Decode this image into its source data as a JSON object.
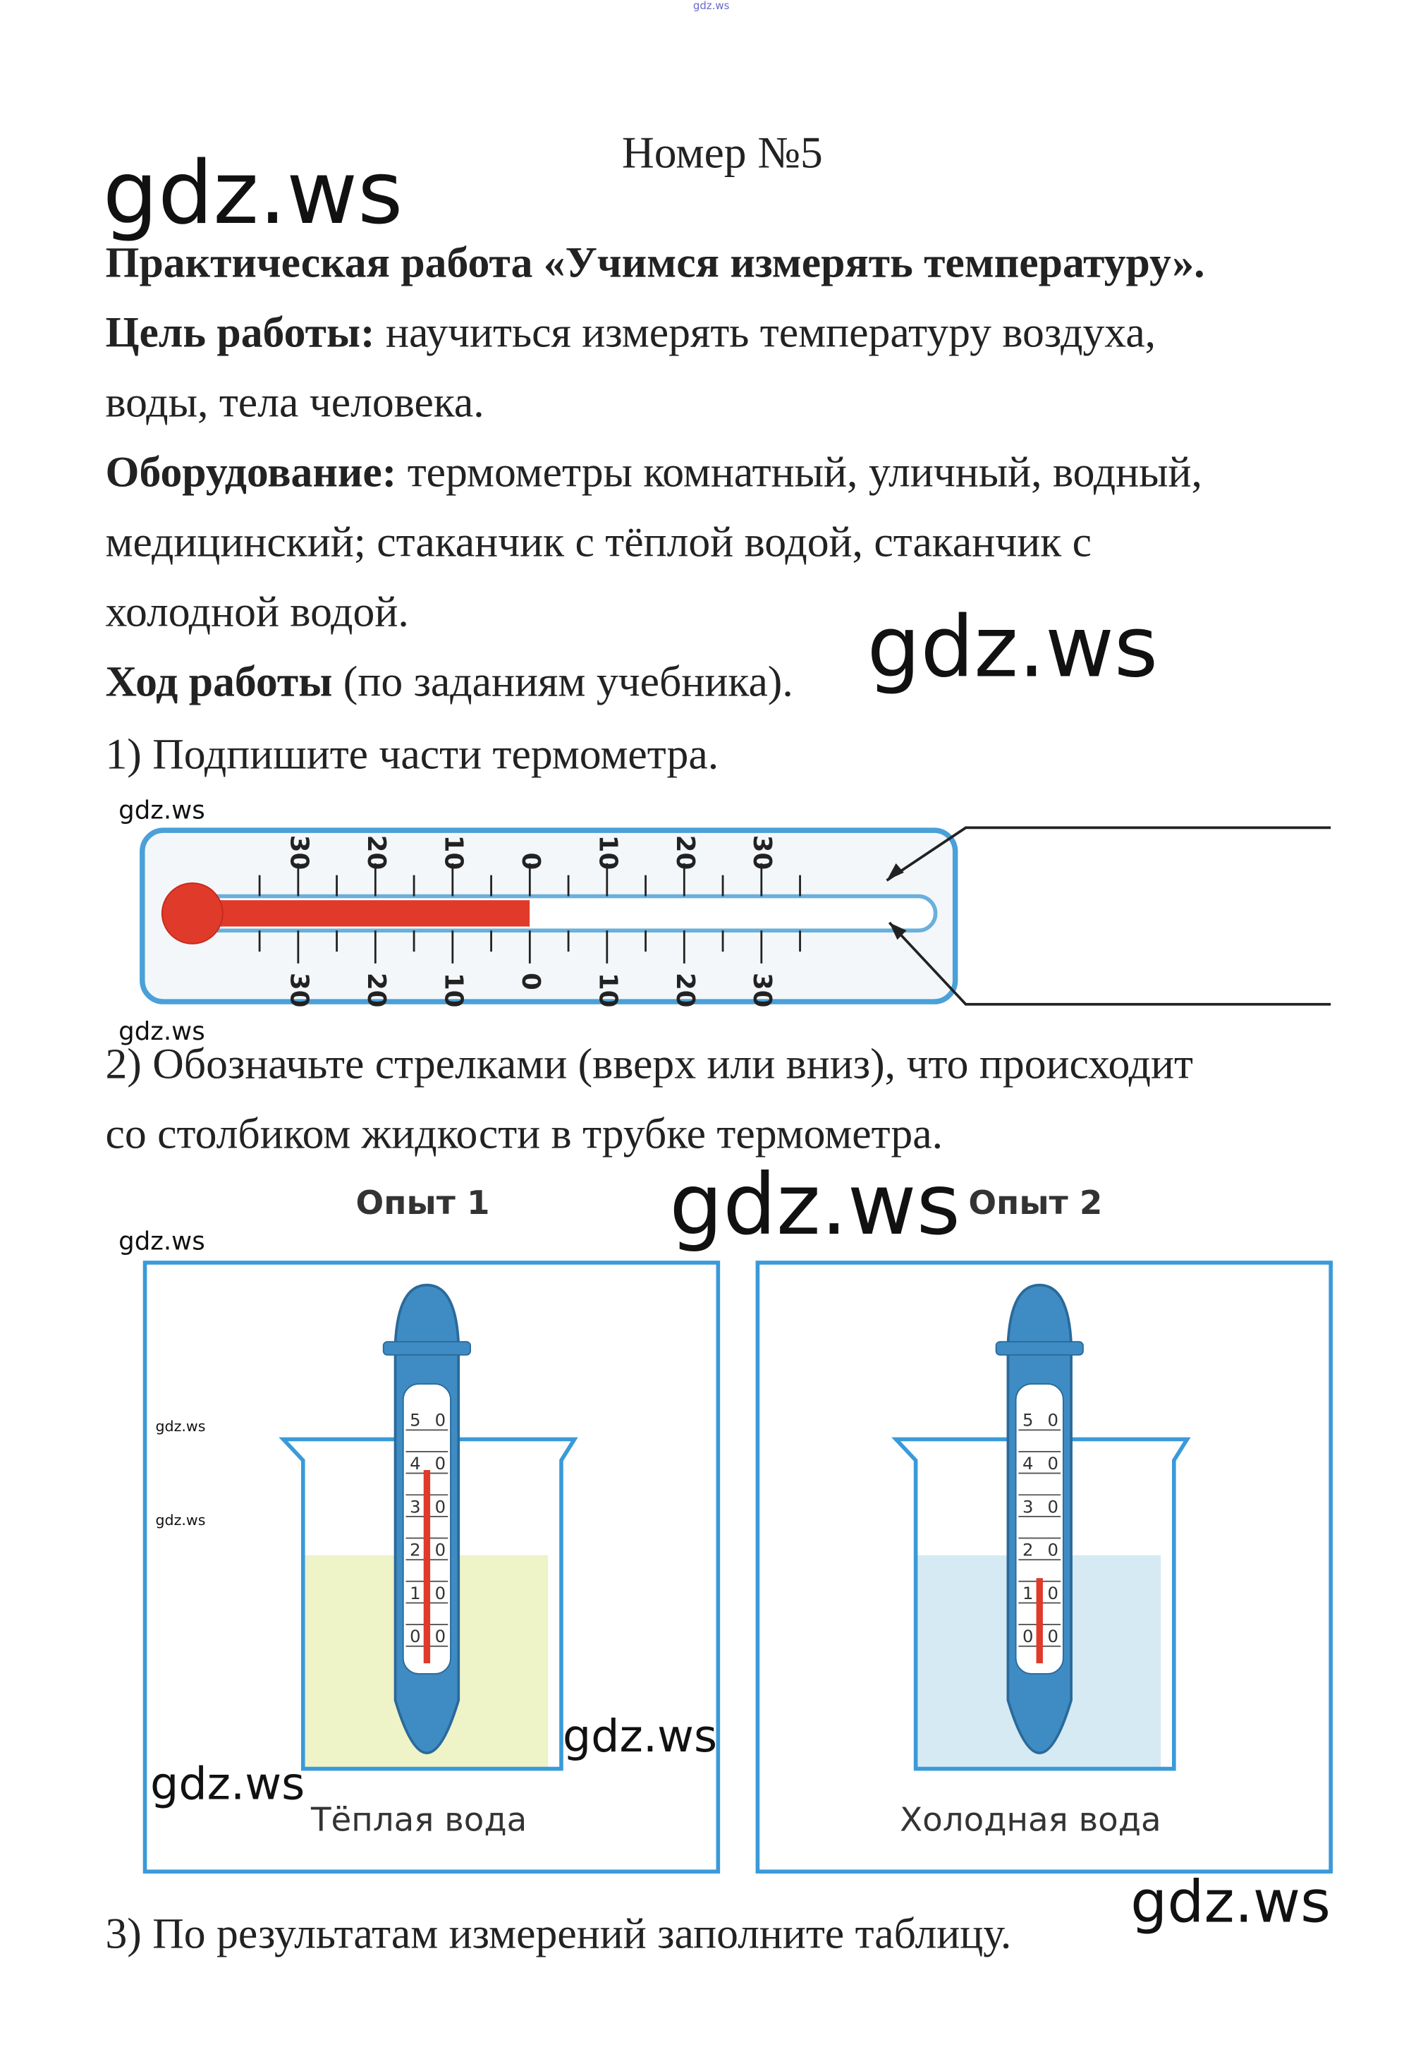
{
  "watermark": "gdz.ws",
  "header": {
    "title": "Номер №5"
  },
  "intro": {
    "heading": "Практическая работа «Учимся измерять температуру».",
    "goal_label": "Цель работы:",
    "goal_text_1": " научиться измерять температуру воздуха,",
    "goal_text_2": "воды, тела человека.",
    "equipment_label": "Оборудование:",
    "equipment_text_1": " термометры комнатный, уличный, водный,",
    "equipment_text_2": "медицинский; стаканчик с тёплой водой, стаканчик с",
    "equipment_text_3": "холодной водой.",
    "procedure_label": "Ход работы",
    "procedure_text": " (по заданиям учебника)."
  },
  "task1": {
    "text": "1) Подпишите части термометра.",
    "scale_top": [
      "30",
      "20",
      "10",
      "0",
      "10",
      "20",
      "30"
    ],
    "scale_bottom": [
      "30",
      "20",
      "10",
      "0",
      "10",
      "20",
      "30"
    ],
    "reading": 0
  },
  "task2": {
    "text_1": "2) Обозначьте стрелками (вверх или вниз), что происходит",
    "text_2": "со столбиком жидкости в трубке термометра.",
    "experiments": [
      {
        "title": "Опыт  1",
        "caption": "Тёплая  вода",
        "reading": 38,
        "water_color": "#eef3c8"
      },
      {
        "title": "Опыт  2",
        "caption": "Холодная  вода",
        "reading": 13,
        "water_color": "#d6eaf3"
      }
    ],
    "scale_labels": [
      "5",
      "0",
      "4",
      "0",
      "3",
      "0",
      "2",
      "0",
      "1",
      "0",
      "0",
      "0"
    ]
  },
  "task3": {
    "text": "3) По результатам измерений заполните таблицу."
  },
  "colors": {
    "frame": "#3a9ad9",
    "mercury": "#e03a2a",
    "body": "#3a86bf"
  }
}
